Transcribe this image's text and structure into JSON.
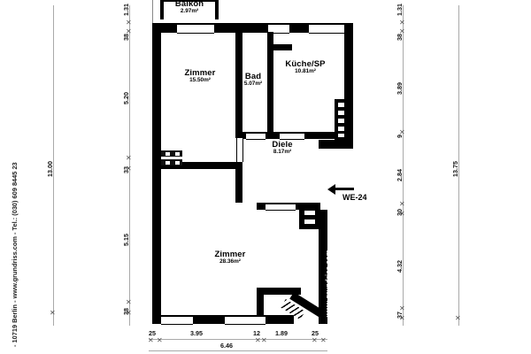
{
  "plan": {
    "unit_tag": "WE-24",
    "watermark_wall": "www.grundriss.com",
    "side_credit": "- 10719 Berlin -  www.grundriss.com  -  Tel.: (030) 609 8445 23",
    "rooms": [
      {
        "id": "balkon",
        "name": "Balkon",
        "area": "2.97m²"
      },
      {
        "id": "zimmer1",
        "name": "Zimmer",
        "area": "15.50m²"
      },
      {
        "id": "bad",
        "name": "Bad",
        "area": "5.07m²"
      },
      {
        "id": "kueche",
        "name": "Küche/SP",
        "area": "10.81m²"
      },
      {
        "id": "diele",
        "name": "Diele",
        "area": "8.17m²"
      },
      {
        "id": "zimmer2",
        "name": "Zimmer",
        "area": "28.36m²"
      }
    ],
    "dimensions": {
      "left_outer": {
        "total": "13.00"
      },
      "left_chain": [
        "1.31",
        "38",
        "5.20",
        "33",
        "5.15",
        "38"
      ],
      "right_chain": [
        "1.31",
        "38",
        "3.89",
        "9",
        "2.84",
        "30",
        "4.32",
        "37"
      ],
      "right_outer": {
        "total": "13.75"
      },
      "bottom_chain": [
        "25",
        "3.95",
        "12",
        "1.89",
        "25"
      ],
      "bottom_outer": {
        "total": "6.46"
      }
    },
    "colors": {
      "wall": "#000000",
      "background": "#ffffff",
      "dimension_line": "#a9a9a9",
      "text": "#111111"
    }
  }
}
